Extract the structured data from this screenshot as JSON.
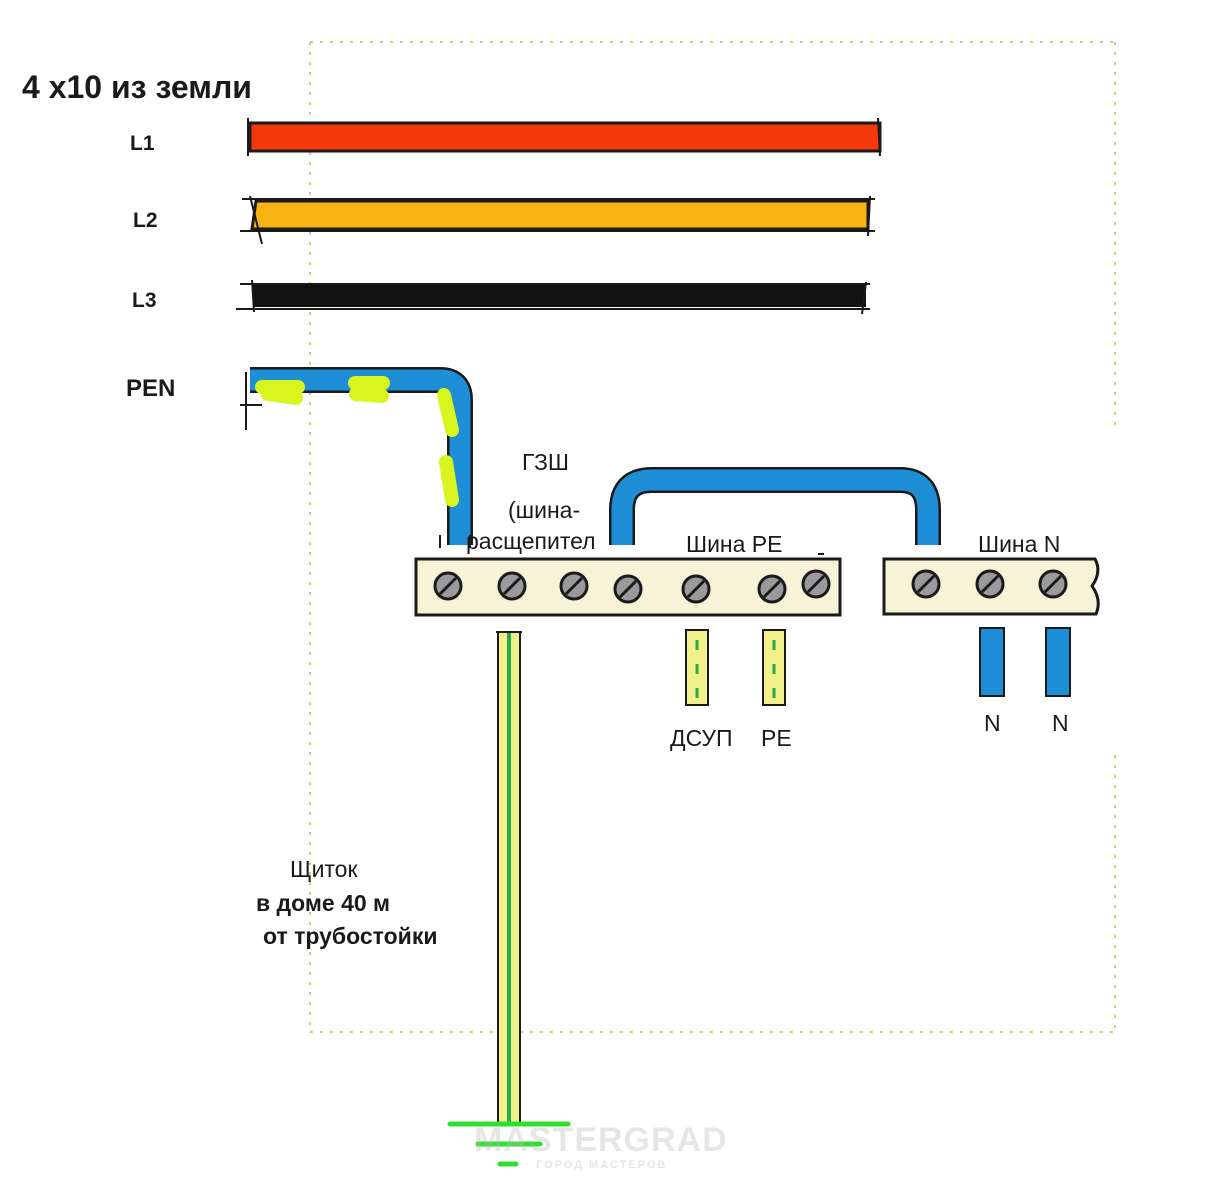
{
  "title": "4 х10 из земли",
  "conductors": {
    "l1": {
      "label": "L1",
      "color": "#f4380c"
    },
    "l2": {
      "label": "L2",
      "color": "#f8b312"
    },
    "l3": {
      "label": "L3",
      "color": "#111111"
    },
    "pen": {
      "label": "PEN",
      "color": "#1e8ed6",
      "stripe_color": "#d8f51e"
    }
  },
  "gzsh": {
    "line1": "ГЗШ",
    "line2": "(шина-",
    "line3": "расщепител"
  },
  "bus_pe": {
    "label": "Шина РЕ",
    "color": "#f6f3d6"
  },
  "bus_n": {
    "label": "Шина N",
    "color": "#f6f3d6"
  },
  "outputs": {
    "dsup": "ДСУП",
    "pe": "PE",
    "n1": "N",
    "n2": "N"
  },
  "panel_note": {
    "line1": "Щиток",
    "line2": "в доме 40 м",
    "line3": "от трубостойки"
  },
  "colors": {
    "panel_border": "#d8c878",
    "ground_wire": "#f2f08a",
    "ground_stripe": "#2aa84a",
    "ground_symbol": "#2ee02e",
    "n_wire": "#1e8ed6"
  },
  "watermark": {
    "brand": "MASTERGRAD",
    "tagline": "ГОРОД МАСТЕРОВ"
  }
}
